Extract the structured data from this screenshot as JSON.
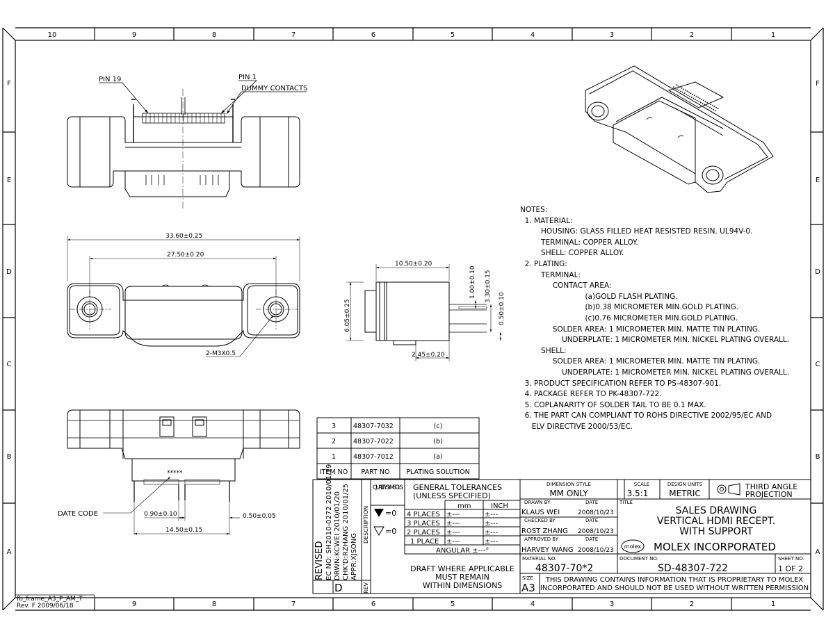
{
  "frame": {
    "col_labels": [
      "10",
      "9",
      "8",
      "7",
      "6",
      "5",
      "4",
      "3",
      "2",
      "1"
    ],
    "col_labels_bottom": [
      "9",
      "8",
      "7",
      "6",
      "5",
      "4",
      "3",
      "2",
      "1"
    ],
    "row_labels": [
      "F",
      "E",
      "D",
      "C",
      "B",
      "A"
    ],
    "frame_id": "fb_frame_A3_P_AM_T",
    "frame_rev": "Rev. F 2009/06/18"
  },
  "callouts": {
    "pin19": "PIN 19",
    "pin1": "PIN 1",
    "dummy": "DUMMY CONTACTS",
    "date_code": "DATE CODE",
    "date_marks": "*****",
    "screw": "2-M3X0.5"
  },
  "dimensions": {
    "overall": "33.60±0.25",
    "hole_pitch": "27.50±0.20",
    "depth": "10.50±0.20",
    "height": "6.05±0.25",
    "tail": "2.45±0.20",
    "d100": "1.00±0.10",
    "d330": "3.30±0.15",
    "d050a": "0.50±0.10",
    "pitch090": "0.90±0.10",
    "d050b": "0.50±0.05",
    "span1450": "14.50±0.15"
  },
  "notes": [
    "NOTES:",
    "  1. MATERIAL:",
    "         HOUSING: GLASS FILLED HEAT RESISTED RESIN. UL94V-0.",
    "         TERMINAL: COPPER ALLOY.",
    "         SHELL: COPPER ALLOY.",
    "  2. PLATING:",
    "         TERMINAL:",
    "              CONTACT AREA:",
    "                            (a)GOLD FLASH PLATING.",
    "                            (b)0.38 MICROMETER MIN.GOLD PLATING.",
    "                            (c)0.76 MICROMETER MIN.GOLD PLATING.",
    "              SOLDER AREA: 1 MICROMETER MIN. MATTE TIN PLATING.",
    "                  UNDERPLATE: 1 MICROMETER MIN. NICKEL PLATING OVERALL.",
    "         SHELL:",
    "              SOLDER AREA: 1 MICROMETER MIN. MATTE TIN PLATING.",
    "                  UNDERPLATE: 1 MICROMETER MIN. NICKEL PLATING OVERALL.",
    "  3. PRODUCT SPECIFICATION REFER TO PS-48307-901.",
    "  4. PACKAGE REFER TO PK-48307-722.",
    "  5. COPLANARITY OF SOLDER TAIL TO BE 0.1 MAX.",
    "  6. THE PART CAN COMPLIANT TO ROHS DIRECTIVE 2002/95/EC AND",
    "     ELV DIRECTIVE 2000/53/EC."
  ],
  "parts_table": {
    "headers": [
      "ITEM NO",
      "PART NO",
      "PLATING SOLUTION"
    ],
    "rows": [
      [
        "3",
        "48307-7032",
        "(c)"
      ],
      [
        "2",
        "48307-7022",
        "(b)"
      ],
      [
        "1",
        "48307-7012",
        "(a)"
      ]
    ]
  },
  "title_block": {
    "revised": "REVISED",
    "revision_history": [
      "EC NO: SH2010-0272   2010/01/19",
      "DRWN:KCWEI   2010/01/20",
      "CHK'D:RZHANG   2010/01/25",
      "APPR:XJSONG"
    ],
    "rev_letter": "D",
    "rev_label": "REV",
    "description_label": "DESCRIPTION",
    "quality_symbols": "QUALITY SYMBOLS",
    "sym_eq": "=0",
    "general_tol_1": "GENERAL TOLERANCES",
    "general_tol_2": "(UNLESS SPECIFIED)",
    "mm": "mm",
    "inch": "INCH",
    "places": [
      "4 PLACES",
      "3 PLACES",
      "2 PLACES",
      "1 PLACE"
    ],
    "tol_val": "±---",
    "angular": "ANGULAR ±---°",
    "draft_1": "DRAFT WHERE APPLICABLE",
    "draft_2": "MUST REMAIN",
    "draft_3": "WITHIN DIMENSIONS",
    "dim_style_label": "DIMENSION STYLE",
    "dim_style": "MM ONLY",
    "scale_label": "SCALE",
    "scale": "3.5:1",
    "design_units_label": "DESIGN UNITS",
    "design_units": "METRIC",
    "projection_1": "THIRD ANGLE",
    "projection_2": "PROJECTION",
    "drawn_by_label": "DRAWN BY",
    "drawn_by": "KLAUS WEI",
    "drawn_date": "2008/10/23",
    "checked_by_label": "CHECKED BY",
    "checked_by": "ROST ZHANG",
    "checked_date": "2008/10/23",
    "approved_by_label": "APPROVED BY",
    "approved_by": "HARVEY WANG",
    "approved_date": "2008/10/23",
    "date_label": "DATE",
    "title_label": "TITLE",
    "title_1": "SALES DRAWING",
    "title_2": "VERTICAL HDMI RECEPT.",
    "title_3": "WITH SUPPORT",
    "company": "MOLEX INCORPORATED",
    "logo": "molex",
    "material_no_label": "MATERIAL NO.",
    "material_no": "48307-70*2",
    "document_no_label": "DOCUMENT NO.",
    "document_no": "SD-48307-722",
    "sheet_label": "SHEET NO.",
    "sheet": "1 OF 2",
    "size_label": "SIZE",
    "size": "A3",
    "proprietary_1": "THIS DRAWING CONTAINS INFORMATION THAT IS PROPRIETARY TO MOLEX",
    "proprietary_2": "INCORPORATED AND SHOULD NOT BE USED WITHOUT WRITTEN PERMISSION"
  }
}
